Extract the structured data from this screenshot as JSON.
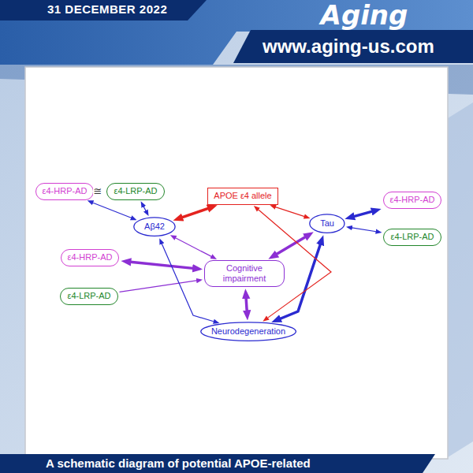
{
  "diagram": {
    "caption": "A schematic diagram of potential APOE-related",
    "nodes": [
      {
        "text": [
          "ε4-HRP-AD"
        ]
      },
      {
        "text": [
          "ε4-LRP-AD"
        ]
      },
      {
        "text": [
          "APOE ε4 allele"
        ]
      },
      {
        "text": [
          "ε4-HRP-AD"
        ]
      },
      {
        "text": [
          "Aβ42"
        ]
      },
      {
        "text": [
          "Tau"
        ]
      },
      {
        "text": [
          "ε4-LRP-AD"
        ]
      },
      {
        "text": [
          "ε4-HRP-AD"
        ]
      },
      {
        "text": [
          "Cognitive impairment"
        ]
      },
      {
        "text": [
          "ε4-LRP-AD"
        ]
      },
      {
        "text": [
          "Neurodegeneration"
        ]
      }
    ],
    "edges": [
      {
        "from": 0,
        "to": 4,
        "arrow": "both"
      },
      {
        "from": 1,
        "to": 4,
        "arrow": "both"
      },
      {
        "from": 4,
        "to": 2,
        "arrow": "both"
      },
      {
        "from": 2,
        "to": 5,
        "arrow": "both"
      },
      {
        "from": 5,
        "to": 3,
        "arrow": "both"
      },
      {
        "from": 5,
        "to": 6,
        "arrow": "both"
      },
      {
        "from": 7,
        "to": 8,
        "arrow": "both"
      },
      {
        "from": 4,
        "to": 8,
        "arrow": "both"
      },
      {
        "from": 8,
        "to": 5,
        "arrow": "both"
      },
      {
        "from": 9,
        "to": 8,
        "arrow": "to"
      },
      {
        "from": 8,
        "to": 10,
        "arrow": "both"
      },
      {
        "from": 4,
        "to": 10,
        "arrow": "both"
      },
      {
        "from": 5,
        "to": 10,
        "arrow": "both"
      },
      {
        "from": 2,
        "to": 10,
        "arrow": "both"
      }
    ],
    "labels": [
      "31 DECEMBER 2022",
      "Aging",
      "www.aging-us.com",
      "≅"
    ]
  }
}
